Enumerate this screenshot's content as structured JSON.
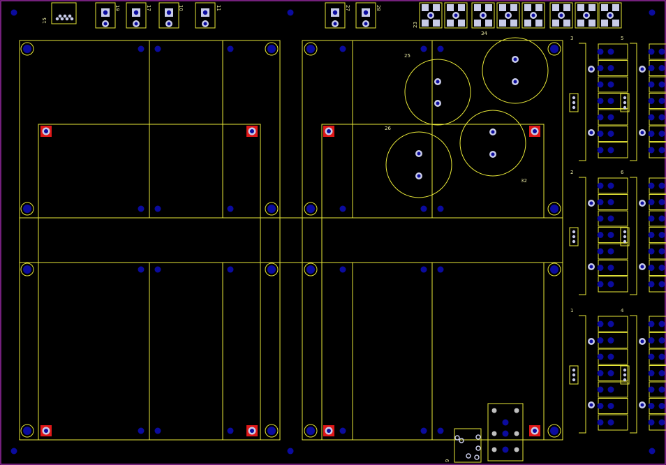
{
  "colors": {
    "background": "#000000",
    "board_outline": "#9b2aa6",
    "silkscreen": "#e8e838",
    "via": "#0b0b9e",
    "pad_light": "#c8cbe8",
    "pad_red": "#e01818",
    "pad_grey": "#bfbfbf"
  },
  "designators": {
    "d15": "15",
    "d19": "19",
    "d17": "17",
    "d10": "10",
    "d11": "11",
    "d27": "27",
    "d28": "28",
    "d23": "23",
    "d34": "34",
    "d25": "25",
    "d26": "26",
    "d32": "32",
    "d3": "3",
    "d5": "5",
    "d2": "2",
    "d6": "6",
    "d1": "1",
    "d4": "4",
    "d9": "9"
  }
}
